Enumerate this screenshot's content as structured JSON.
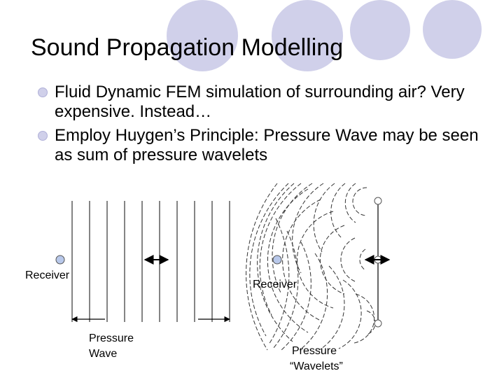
{
  "slide": {
    "title": "Sound Propagation Modelling",
    "bullets": [
      "Fluid Dynamic FEM simulation of surrounding air? Very expensive. Instead…",
      "Employ Huygen’s Principle: Pressure Wave may be seen as sum of pressure wavelets"
    ]
  },
  "diagram": {
    "left_receiver_label": "Receiver",
    "left_wave_label_line1": "Pressure",
    "left_wave_label_line2": "Wave",
    "right_receiver_label": "Receiver",
    "right_wave_label_line1": "Pressure",
    "right_wave_label_line2": "“Wavelets”",
    "receiver_color": "#b8c8ea",
    "accent_color": "#d0d0ea"
  }
}
